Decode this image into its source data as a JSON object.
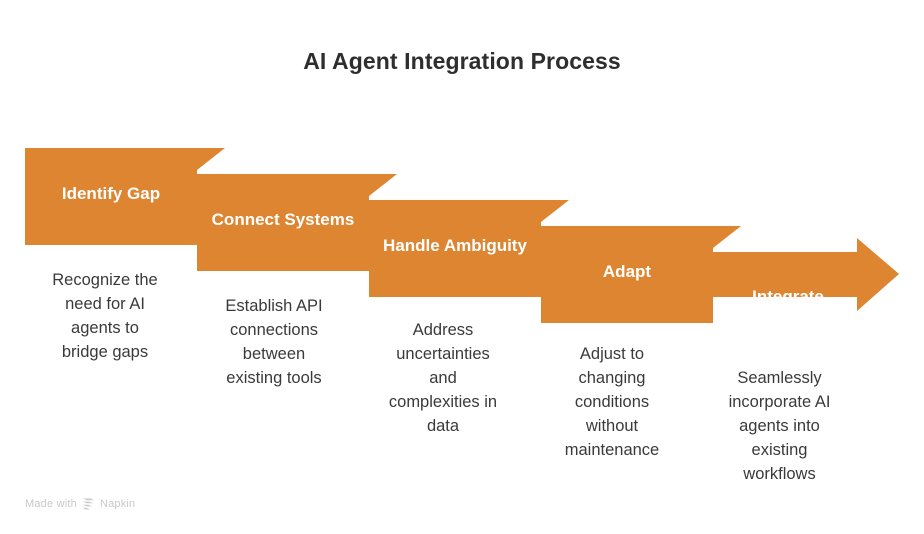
{
  "title": "AI Agent Integration Process",
  "colors": {
    "accent": "#DD8530",
    "background": "#FFFFFF",
    "title_text": "#2E2E2E",
    "caption_text": "#3A3A3A",
    "block_label_text": "#FFFFFF",
    "watermark": "#C9C9C9"
  },
  "diagram": {
    "type": "cascading-arrow-process",
    "step_count": 5,
    "steps": [
      {
        "index": 1,
        "label": "Identify Gap",
        "caption": "Recognize the\nneed for AI\nagents to\nbridge gaps"
      },
      {
        "index": 2,
        "label": "Connect\nSystems",
        "caption": "Establish API\nconnections\nbetween\nexisting tools"
      },
      {
        "index": 3,
        "label": "Handle\nAmbiguity",
        "caption": "Address\nuncertainties\nand\ncomplexities in\ndata"
      },
      {
        "index": 4,
        "label": "Adapt",
        "caption": "Adjust to\nchanging\nconditions\nwithout\nmaintenance"
      },
      {
        "index": 5,
        "label": "Integrate",
        "caption": "Seamlessly\nincorporate AI\nagents into\nexisting\nworkflows"
      }
    ]
  },
  "watermark": {
    "prefix": "Made with",
    "brand": "Napkin",
    "logo_icon": "napkin-chevron-logo"
  }
}
